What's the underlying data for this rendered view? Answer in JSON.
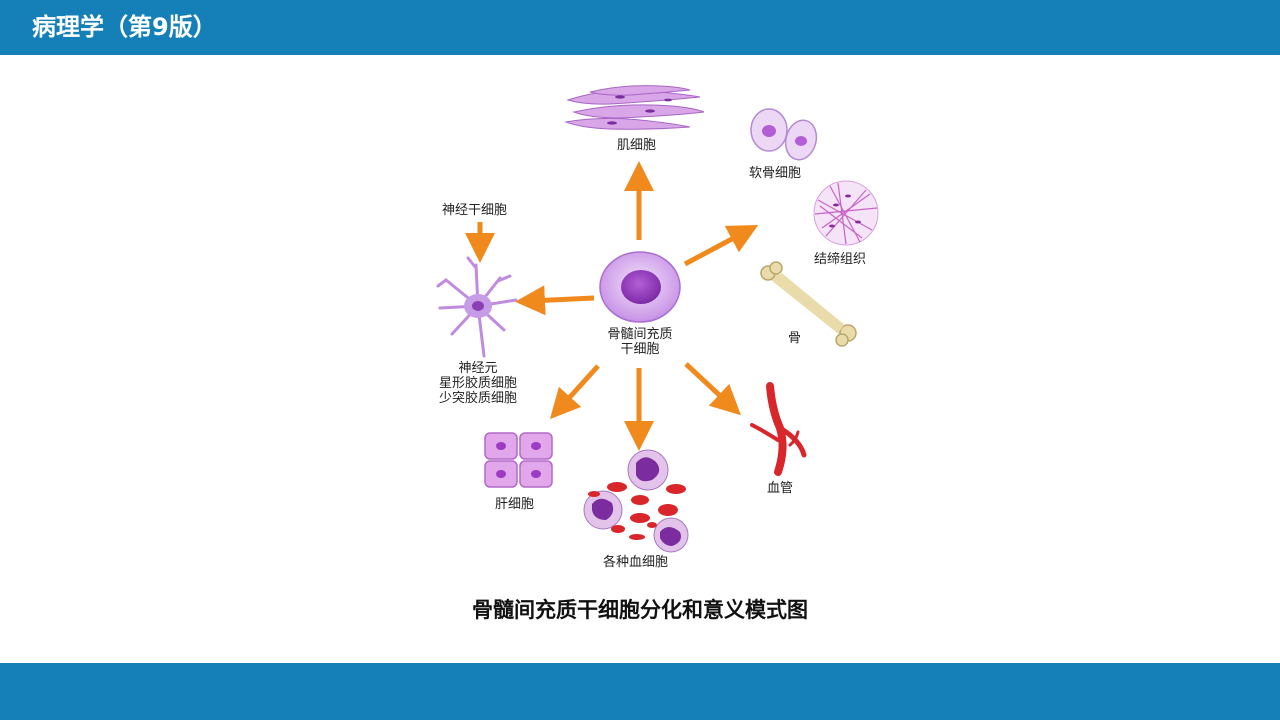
{
  "header": {
    "title": "病理学（第9版）"
  },
  "colors": {
    "header_bar": "#1580b7",
    "arrow": "#f08a1c",
    "cell_purple": "#b77ad8",
    "blood_red": "#d8262a",
    "bone": "#e9dcaa"
  },
  "diagram": {
    "center_label": [
      "骨髓间充质",
      "干细胞"
    ],
    "labels": {
      "muscle": "肌细胞",
      "cartilage": "软骨细胞",
      "connective": "结缔组织",
      "bone": "骨",
      "vessel": "血管",
      "blood": "各种血细胞",
      "liver": "肝细胞",
      "neural_stem": "神经干细胞",
      "neural_lines": [
        "神经元",
        "星形胶质细胞",
        "少突胶质细胞"
      ]
    },
    "caption": "骨髓间充质干细胞分化和意义模式图"
  }
}
